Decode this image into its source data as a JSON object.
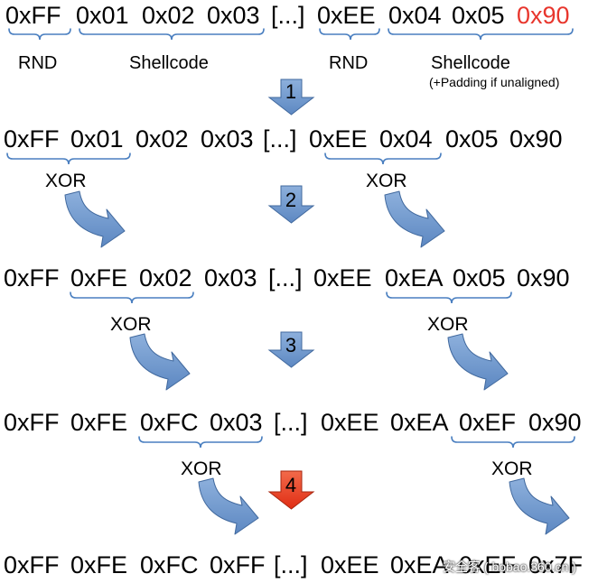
{
  "row1": {
    "bytes": [
      "0xFF",
      "0x01",
      "0x02",
      "0x03",
      "[...]",
      "0xEE",
      "0x04",
      "0x05",
      "0x90"
    ],
    "labels": {
      "rnd1": "RND",
      "shellcode1": "Shellcode",
      "rnd2": "RND",
      "shellcode2": "Shellcode",
      "padding_note": "(+Padding if unaligned)"
    }
  },
  "row2": {
    "bytes": [
      "0xFF",
      "0x01",
      "0x02",
      "0x03",
      "[...]",
      "0xEE",
      "0x04",
      "0x05",
      "0x90"
    ]
  },
  "row3": {
    "bytes": [
      "0xFF",
      "0xFE",
      "0x02",
      "0x03",
      "[...]",
      "0xEE",
      "0xEA",
      "0x05",
      "0x90"
    ]
  },
  "row4": {
    "bytes": [
      "0xFF",
      "0xFE",
      "0xFC",
      "0x03",
      "[...]",
      "0xEE",
      "0xEA",
      "0xEF",
      "0x90"
    ]
  },
  "row5": {
    "bytes": [
      "0xFF",
      "0xFE",
      "0xFC",
      "0xFF",
      "[...]",
      "0xEE",
      "0xEA",
      "0xEF",
      "0x7F"
    ]
  },
  "xor_label": "XOR",
  "steps": [
    "1",
    "2",
    "3",
    "4"
  ],
  "watermark": "安全客 ( bobao.360.cn )",
  "colors": {
    "text": "#000000",
    "highlight_red": "#e8362d",
    "brace": "#4a7fc0",
    "arrow_blue": "#6a93c9",
    "arrow_blue_stroke": "#41699e",
    "arrow_red": "#e8341e",
    "arrow_red_stroke": "#a8260f"
  }
}
